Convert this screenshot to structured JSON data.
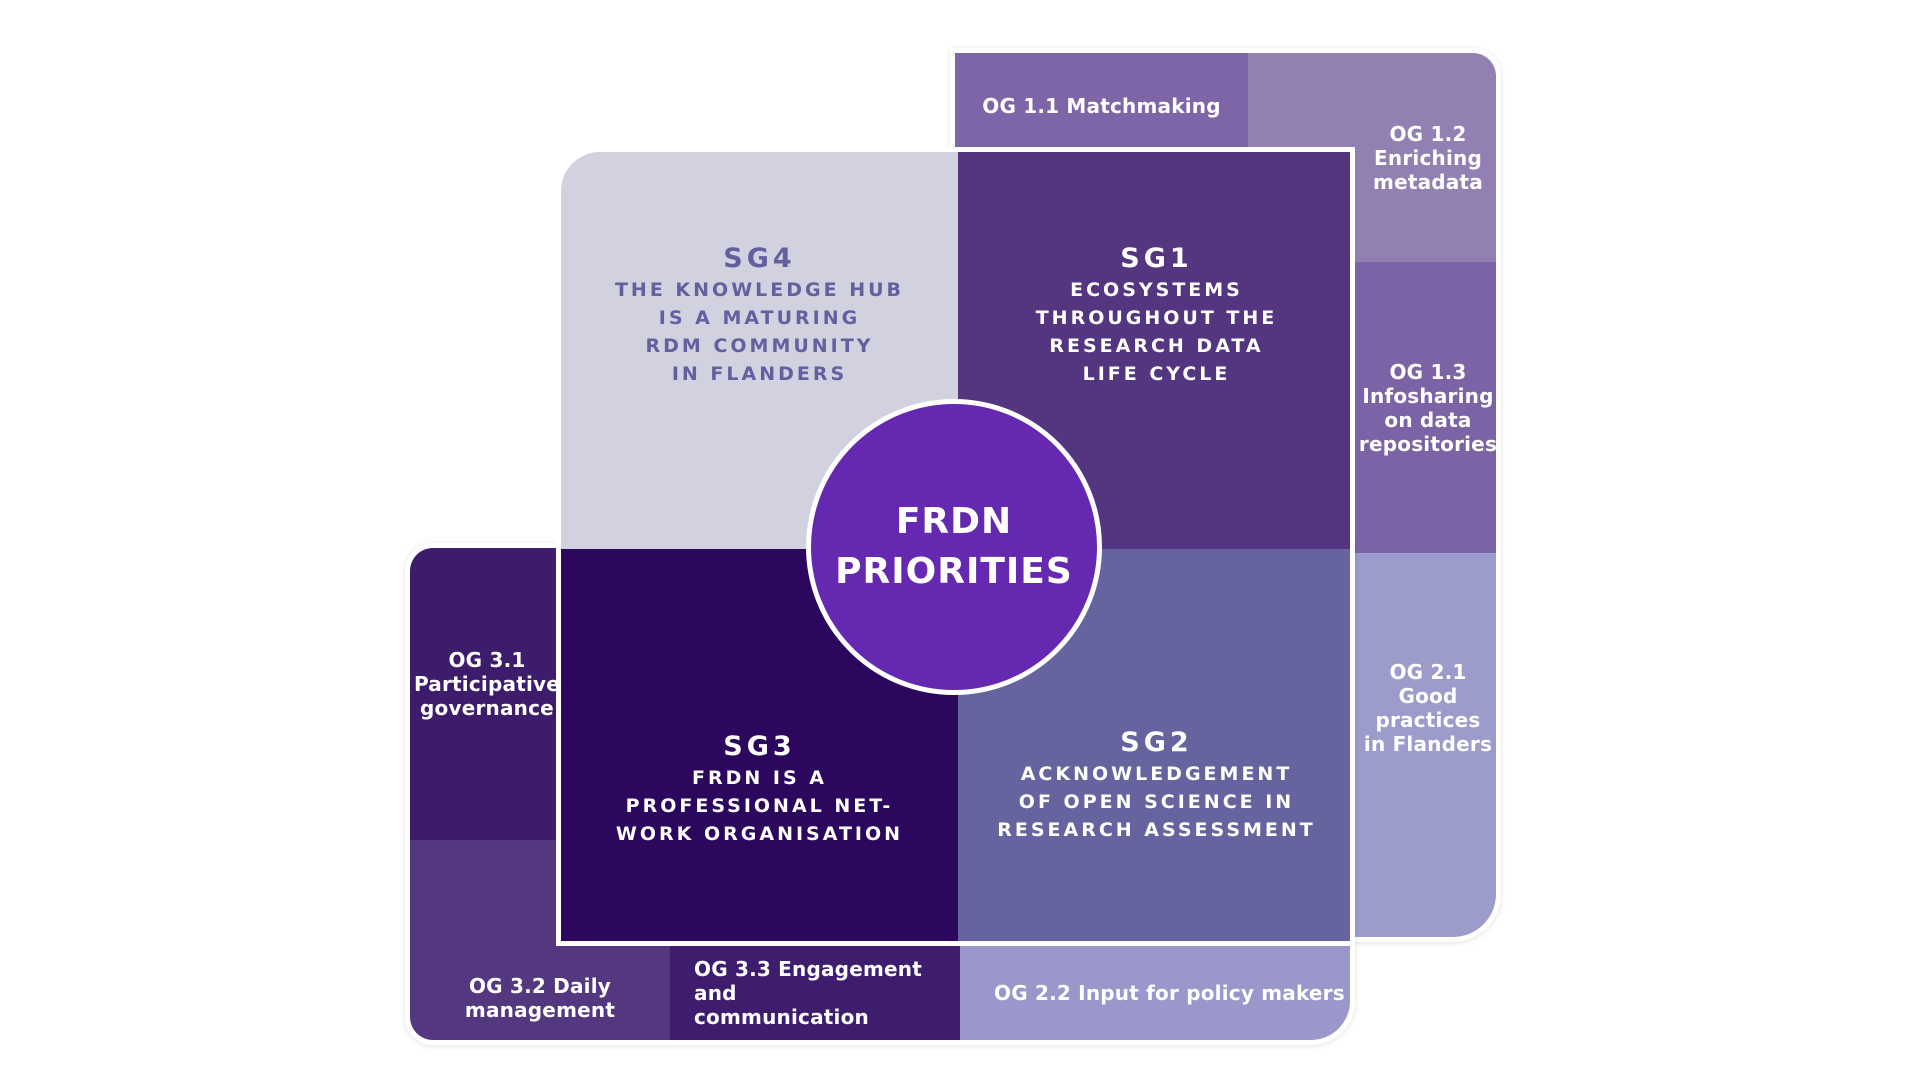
{
  "colors": {
    "og1_1": "#7e65a8",
    "og1_2": "#9380b2",
    "og1_3": "#7b63a6",
    "og2_1": "#9b9bcc",
    "og2_2": "#9a97cb",
    "og3_1": "#3d1c6b",
    "og3_2": "#54387f",
    "og3_3": "#3f1d6e",
    "sg1": "#533580",
    "sg2": "#65649f",
    "sg3": "#2b075e",
    "sg4": "#d2d1e0",
    "sg4_text": "#63609f",
    "circle": "#6528b0",
    "border": "#ffffff"
  },
  "center": {
    "line1": "FRDN",
    "line2": "PRIORITIES"
  },
  "sg": {
    "sg1": {
      "code": "SG1",
      "lines": [
        "ECOSYSTEMS",
        "THROUGHOUT THE",
        "RESEARCH DATA",
        "LIFE CYCLE"
      ]
    },
    "sg2": {
      "code": "SG2",
      "lines": [
        "ACKNOWLEDGEMENT",
        "OF OPEN SCIENCE IN",
        "RESEARCH ASSESSMENT"
      ]
    },
    "sg3": {
      "code": "SG3",
      "lines": [
        "FRDN IS A",
        "PROFESSIONAL NET-",
        "WORK ORGANISATION"
      ]
    },
    "sg4": {
      "code": "SG4",
      "lines": [
        "THE KNOWLEDGE HUB",
        "IS A MATURING",
        "RDM COMMUNITY",
        "IN FLANDERS"
      ]
    }
  },
  "og": {
    "og1_1": {
      "lines": [
        "OG 1.1 Matchmaking"
      ]
    },
    "og1_2": {
      "lines": [
        "OG 1.2",
        "Enriching",
        "metadata"
      ]
    },
    "og1_3": {
      "lines": [
        "OG 1.3",
        "Infosharing",
        "on  data",
        "repositories"
      ]
    },
    "og2_1": {
      "lines": [
        "OG 2.1",
        "Good",
        "practices",
        "in Flanders"
      ]
    },
    "og2_2": {
      "lines": [
        "OG 2.2 Input for policy makers"
      ]
    },
    "og3_1": {
      "lines": [
        "OG 3.1",
        "Participative",
        "governance"
      ]
    },
    "og3_2": {
      "lines": [
        "OG 3.2 Daily",
        "management"
      ]
    },
    "og3_3": {
      "lines": [
        "OG 3.3 Engagement and",
        "communication"
      ]
    }
  }
}
